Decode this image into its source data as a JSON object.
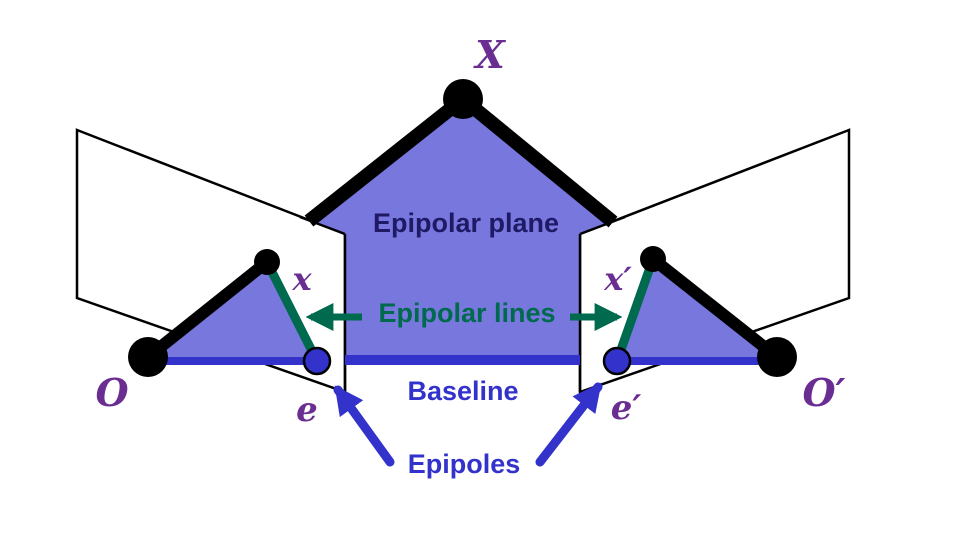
{
  "points": {
    "world": "X",
    "left_center": "O",
    "right_center": "O′",
    "left_image_point": "x",
    "right_image_point": "x′",
    "left_epipole": "e",
    "right_epipole": "e′"
  },
  "labels": {
    "epipolar_plane": "Epipolar plane",
    "epipolar_lines": "Epipolar lines",
    "baseline": "Baseline",
    "epipoles": "Epipoles"
  },
  "colors": {
    "plane_fill": "#7877dd",
    "baseline": "#3333cc",
    "epipolar_line": "#006a4e",
    "point_label": "#6a2d91",
    "plane_label": "#1f1a66",
    "outline": "#000000",
    "epipole_fill": "#3333cc"
  }
}
